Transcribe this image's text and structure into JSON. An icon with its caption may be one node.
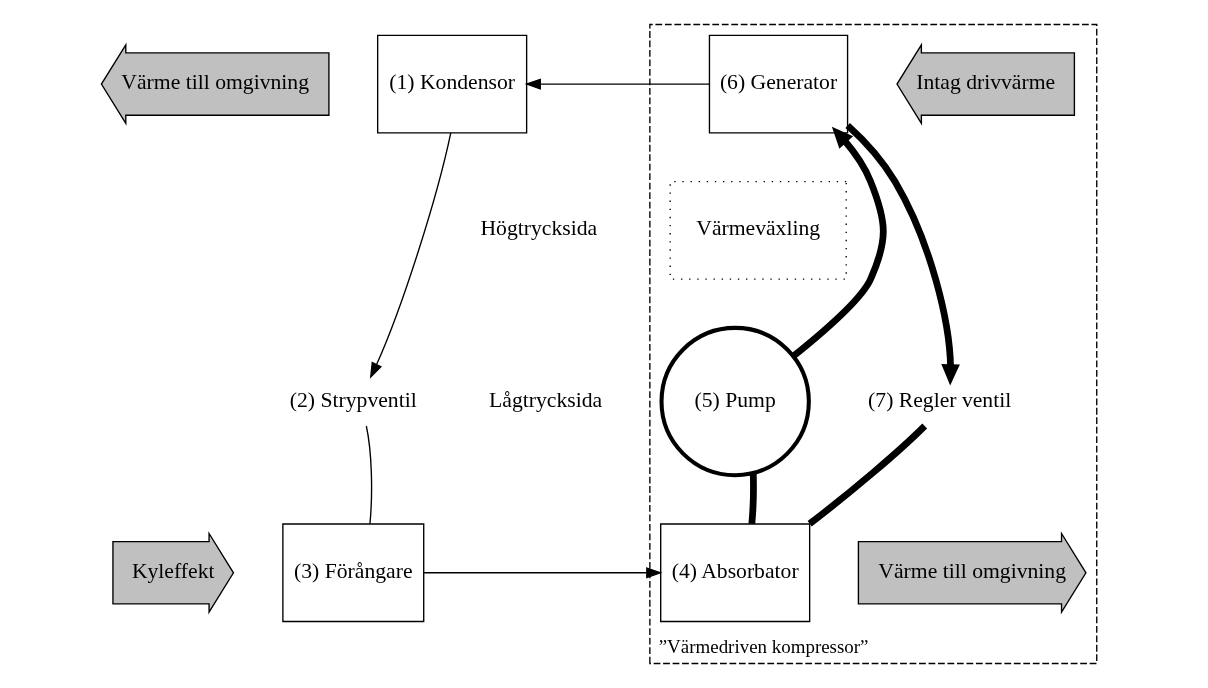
{
  "diagram": {
    "nodes": [
      {
        "text": [
          "”Värmedriven kompressor”"
        ]
      },
      {
        "text": [
          "(1) Kondensor"
        ]
      },
      {
        "text": [
          "(6) Generator"
        ],
        "in": 0
      },
      {
        "text": [
          "Värmeväxling"
        ],
        "in": 0
      },
      {
        "text": [
          "(3) Förångare"
        ]
      },
      {
        "text": [
          "(4) Absorbator"
        ],
        "in": 0
      },
      {
        "text": [
          "(2) Strypventil"
        ]
      },
      {
        "text": [
          "(5) Pump"
        ],
        "in": 0
      },
      {
        "text": [
          "(7) Regler ventil"
        ],
        "in": 0
      },
      {
        "text": [
          "Värme till omgivning"
        ]
      },
      {
        "text": [
          "Intag drivvärme"
        ],
        "in": 0
      },
      {
        "text": [
          "Kyleffekt"
        ]
      },
      {
        "text": [
          "Värme till omgivning"
        ],
        "in": 0
      }
    ],
    "edges": [
      {
        "from": 2,
        "to": 1,
        "arrow": "to"
      },
      {
        "from": 1,
        "to": 6,
        "arrow": "to"
      },
      {
        "from": 6,
        "to": 4,
        "arrow": "none"
      },
      {
        "from": 4,
        "to": 5,
        "arrow": "to"
      },
      {
        "from": 5,
        "to": 7,
        "arrow": "none",
        "style": "thick"
      },
      {
        "from": 7,
        "to": 2,
        "arrow": "to",
        "style": "thick"
      },
      {
        "from": 2,
        "to": 8,
        "arrow": "to",
        "style": "thick"
      },
      {
        "from": 8,
        "to": 5,
        "arrow": "none",
        "style": "thick"
      }
    ],
    "labels": [
      "Högtrycksida",
      "Lågtrycksida"
    ]
  }
}
